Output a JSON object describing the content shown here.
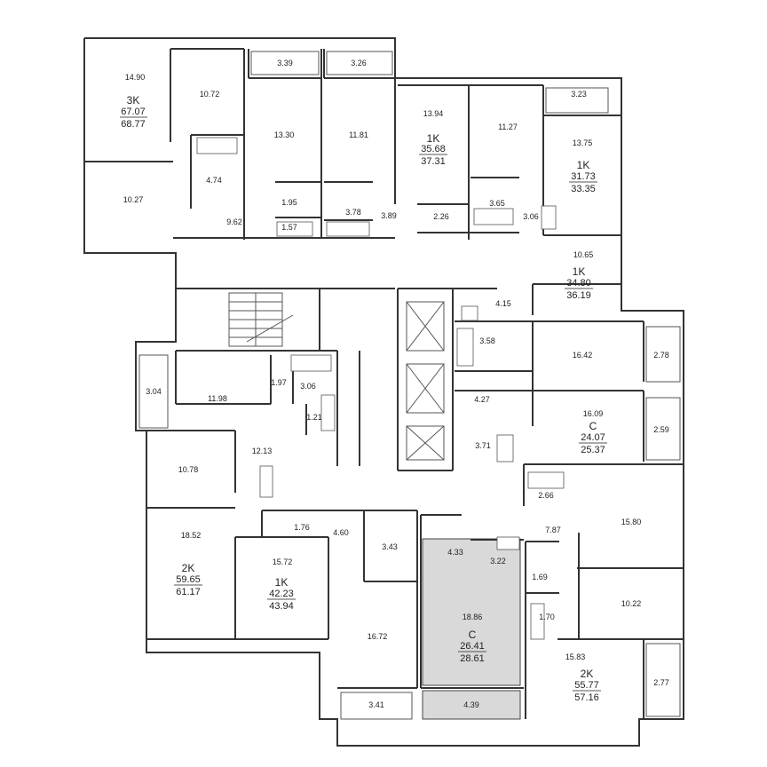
{
  "colors": {
    "wall": "#333333",
    "highlight": "#d9d9d9",
    "text": "#222222"
  },
  "apartments": [
    {
      "id": "3k",
      "type": "3K",
      "living": "67.07",
      "total": "68.77"
    },
    {
      "id": "1k-a",
      "type": "1K",
      "living": "35.68",
      "total": "37.31"
    },
    {
      "id": "1k-b",
      "type": "1K",
      "living": "31.73",
      "total": "33.35"
    },
    {
      "id": "1k-c",
      "type": "1K",
      "living": "34.80",
      "total": "36.19"
    },
    {
      "id": "c-a",
      "type": "C",
      "living": "24.07",
      "total": "25.37"
    },
    {
      "id": "2k-a",
      "type": "2K",
      "living": "59.65",
      "total": "61.17"
    },
    {
      "id": "1k-d",
      "type": "1K",
      "living": "42.23",
      "total": "43.94"
    },
    {
      "id": "c-b",
      "type": "C",
      "living": "26.41",
      "total": "28.61"
    },
    {
      "id": "2k-b",
      "type": "2K",
      "living": "55.77",
      "total": "57.16"
    }
  ],
  "room_areas": [
    "14.90",
    "10.72",
    "3.39",
    "3.26",
    "13.30",
    "11.81",
    "13.94",
    "11.27",
    "3.23",
    "13.75",
    "4.74",
    "10.27",
    "1.95",
    "1.57",
    "3.78",
    "3.89",
    "2.26",
    "3.65",
    "3.06",
    "9.62",
    "10.65",
    "4.15",
    "3.58",
    "16.42",
    "2.78",
    "3.04",
    "11.98",
    "1.97",
    "3.06",
    "1.21",
    "4.27",
    "16.09",
    "2.59",
    "3.71",
    "12.13",
    "10.78",
    "2.66",
    "1.76",
    "4.60",
    "3.43",
    "4.33",
    "3.22",
    "7.87",
    "15.80",
    "18.52",
    "15.72",
    "1.69",
    "1.70",
    "18.86",
    "16.72",
    "10.22",
    "15.83",
    "2.77",
    "3.41",
    "4.39"
  ]
}
